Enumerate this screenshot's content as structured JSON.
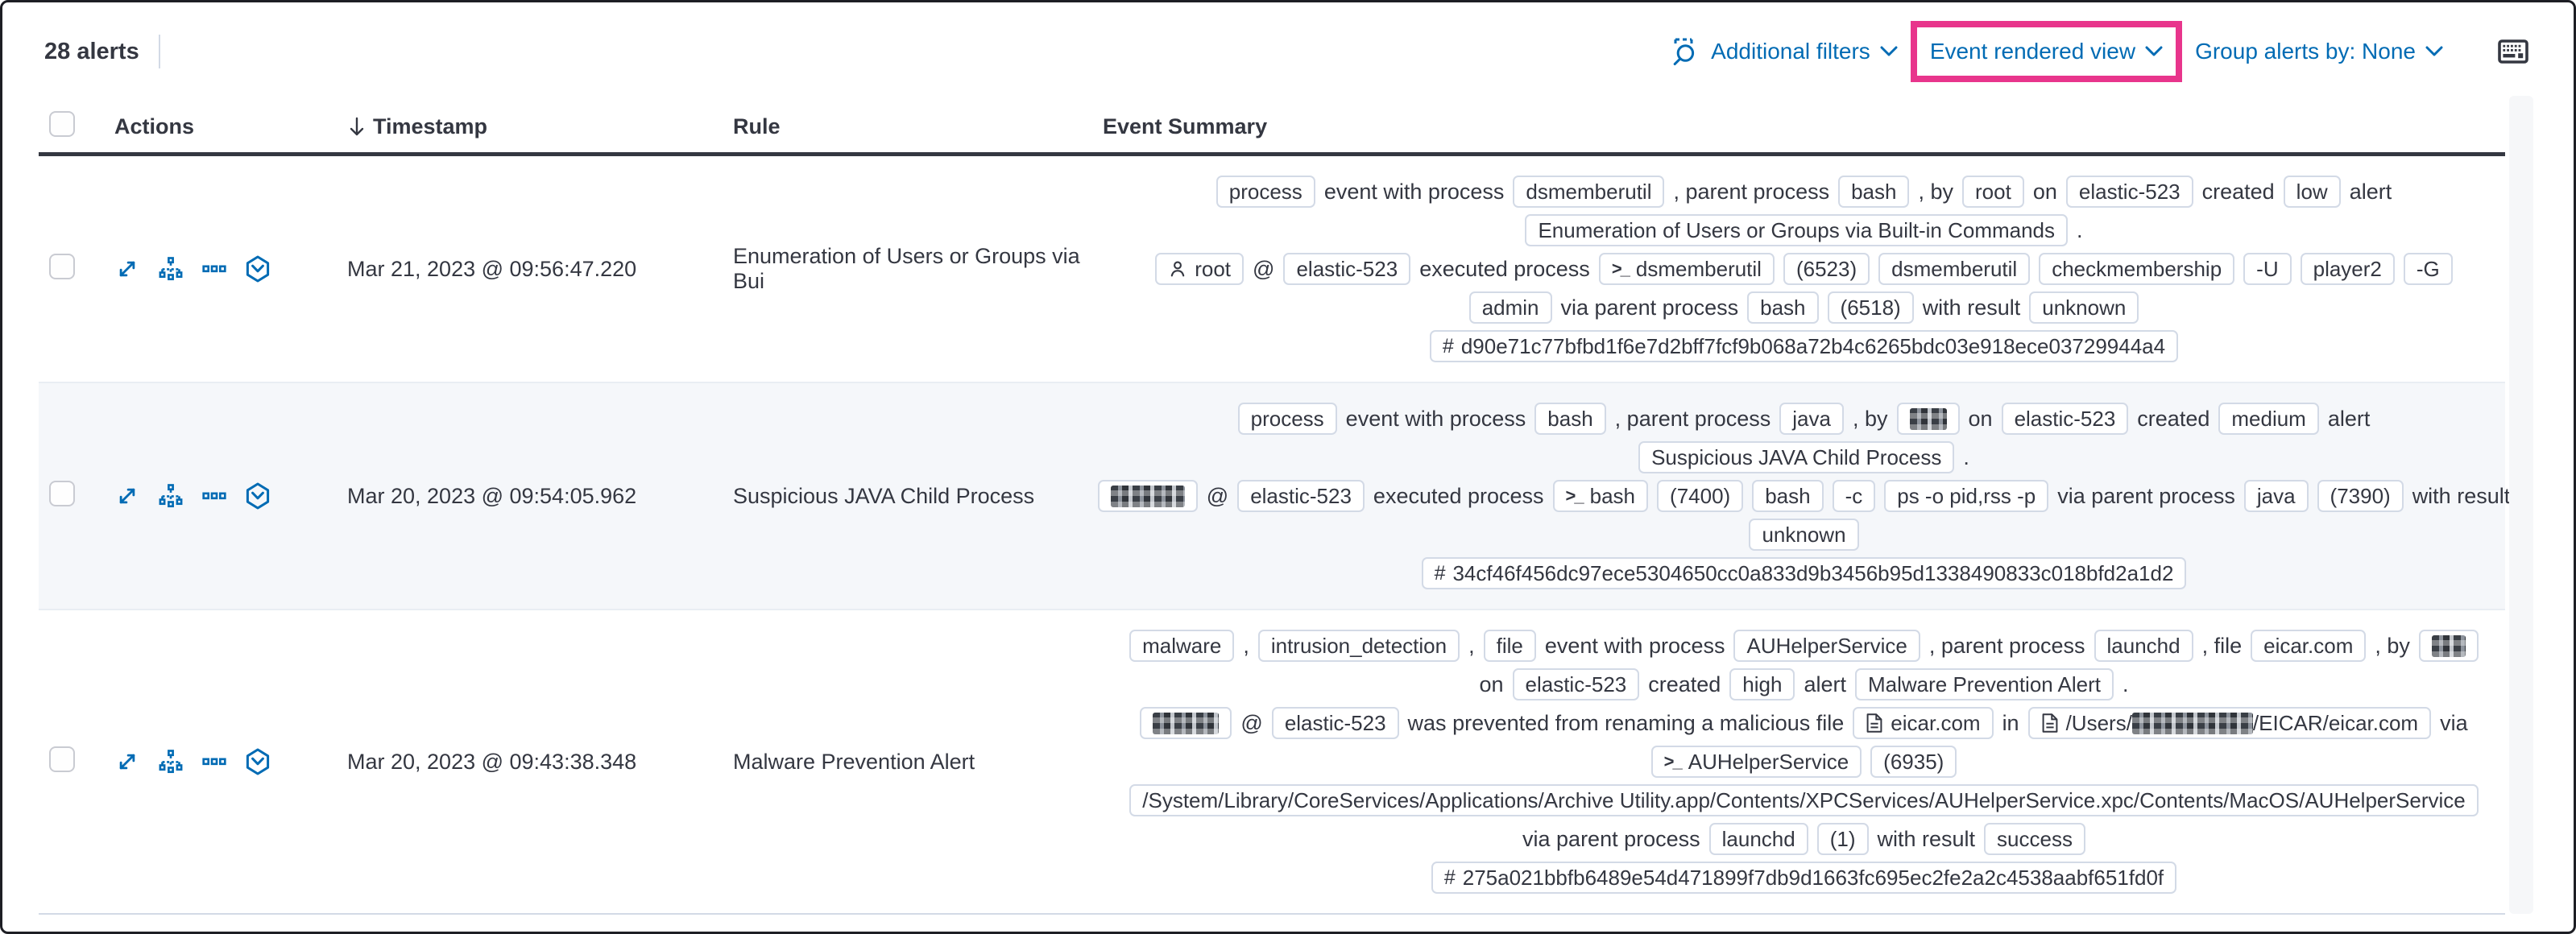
{
  "colors": {
    "accent_blue": "#006BB4",
    "highlight_pink": "#E8358C",
    "header_dark": "#343741",
    "row_stripe": "#f5f7fa",
    "badge_border": "#d3dae6"
  },
  "icons": {
    "inspect": "magnifier-over-list",
    "keyboard": "keyboard",
    "chevron_down": "chevron-down",
    "sort_desc": "arrow-down",
    "expand": "diagonal-expand-arrows",
    "analyzer": "process-tree",
    "more_actions": "three-boxes-horizontal",
    "session_view": "hexagon-chevron",
    "user": "person",
    "terminal": ">_",
    "file": "document",
    "hash": "#"
  },
  "toolbar": {
    "alerts_count": "28 alerts",
    "additional_filters_label": "Additional filters",
    "event_rendered_view_label": "Event rendered view",
    "group_alerts_by_label": "Group alerts by: None"
  },
  "table": {
    "headers": {
      "actions": "Actions",
      "timestamp": "Timestamp",
      "rule": "Rule",
      "event_summary": "Event Summary"
    },
    "rows": [
      {
        "timestamp": "Mar 21, 2023 @ 09:56:47.220",
        "rule": "Enumeration of Users or Groups via Bui",
        "summary": [
          [
            {
              "k": "b",
              "v": "process"
            },
            {
              "k": "t",
              "v": "event with process"
            },
            {
              "k": "b",
              "v": "dsmemberutil"
            },
            {
              "k": "t",
              "v": ", parent process"
            },
            {
              "k": "b",
              "v": "bash"
            },
            {
              "k": "t",
              "v": ", by"
            },
            {
              "k": "b",
              "v": "root"
            },
            {
              "k": "t",
              "v": "on"
            },
            {
              "k": "b",
              "v": "elastic-523"
            },
            {
              "k": "t",
              "v": "created"
            },
            {
              "k": "b",
              "v": "low"
            },
            {
              "k": "t",
              "v": "alert"
            }
          ],
          [
            {
              "k": "b",
              "v": "Enumeration of Users or Groups via Built-in Commands"
            },
            {
              "k": "t",
              "v": "."
            }
          ],
          [
            {
              "k": "user",
              "v": "root"
            },
            {
              "k": "t",
              "v": "@"
            },
            {
              "k": "b",
              "v": "elastic-523"
            },
            {
              "k": "t",
              "v": "executed process"
            },
            {
              "k": "term",
              "v": "dsmemberutil"
            },
            {
              "k": "b",
              "v": "(6523)"
            },
            {
              "k": "b",
              "v": "dsmemberutil"
            },
            {
              "k": "b",
              "v": "checkmembership"
            },
            {
              "k": "b",
              "v": "-U"
            },
            {
              "k": "b",
              "v": "player2"
            },
            {
              "k": "b",
              "v": "-G"
            }
          ],
          [
            {
              "k": "b",
              "v": "admin"
            },
            {
              "k": "t",
              "v": "via parent process"
            },
            {
              "k": "b",
              "v": "bash"
            },
            {
              "k": "b",
              "v": "(6518)"
            },
            {
              "k": "t",
              "v": "with result"
            },
            {
              "k": "b",
              "v": "unknown"
            }
          ],
          [
            {
              "k": "hash",
              "v": "d90e71c77bfbd1f6e7d2bff7fcf9b068a72b4c6265bdc03e918ece03729944a4"
            }
          ]
        ]
      },
      {
        "timestamp": "Mar 20, 2023 @ 09:54:05.962",
        "rule": "Suspicious JAVA Child Process",
        "summary": [
          [
            {
              "k": "b",
              "v": "process"
            },
            {
              "k": "t",
              "v": "event with process"
            },
            {
              "k": "b",
              "v": "bash"
            },
            {
              "k": "t",
              "v": ", parent process"
            },
            {
              "k": "b",
              "v": "java"
            },
            {
              "k": "t",
              "v": ", by"
            },
            {
              "k": "redact",
              "w": 46
            },
            {
              "k": "t",
              "v": "on"
            },
            {
              "k": "b",
              "v": "elastic-523"
            },
            {
              "k": "t",
              "v": "created"
            },
            {
              "k": "b",
              "v": "medium"
            },
            {
              "k": "t",
              "v": "alert"
            }
          ],
          [
            {
              "k": "b",
              "v": "Suspicious JAVA Child Process"
            },
            {
              "k": "t",
              "v": "."
            }
          ],
          [
            {
              "k": "redact",
              "w": 92
            },
            {
              "k": "t",
              "v": "@"
            },
            {
              "k": "b",
              "v": "elastic-523"
            },
            {
              "k": "t",
              "v": "executed process"
            },
            {
              "k": "term",
              "v": "bash"
            },
            {
              "k": "b",
              "v": "(7400)"
            },
            {
              "k": "b",
              "v": "bash"
            },
            {
              "k": "b",
              "v": "-c"
            },
            {
              "k": "b",
              "v": "ps -o pid,rss -p"
            },
            {
              "k": "t",
              "v": "via parent process"
            },
            {
              "k": "b",
              "v": "java"
            },
            {
              "k": "b",
              "v": "(7390)"
            },
            {
              "k": "t",
              "v": "with result"
            }
          ],
          [
            {
              "k": "b",
              "v": "unknown"
            }
          ],
          [
            {
              "k": "hash",
              "v": "34cf46f456dc97ece5304650cc0a833d9b3456b95d1338490833c018bfd2a1d2"
            }
          ]
        ]
      },
      {
        "timestamp": "Mar 20, 2023 @ 09:43:38.348",
        "rule": "Malware Prevention Alert",
        "summary": [
          [
            {
              "k": "b",
              "v": "malware"
            },
            {
              "k": "t",
              "v": ","
            },
            {
              "k": "b",
              "v": "intrusion_detection"
            },
            {
              "k": "t",
              "v": ","
            },
            {
              "k": "b",
              "v": "file"
            },
            {
              "k": "t",
              "v": "event with process"
            },
            {
              "k": "b",
              "v": "AUHelperService"
            },
            {
              "k": "t",
              "v": ", parent process"
            },
            {
              "k": "b",
              "v": "launchd"
            },
            {
              "k": "t",
              "v": ", file"
            },
            {
              "k": "b",
              "v": "eicar.com"
            },
            {
              "k": "t",
              "v": ", by"
            },
            {
              "k": "redact",
              "w": 42
            }
          ],
          [
            {
              "k": "t",
              "v": "on"
            },
            {
              "k": "b",
              "v": "elastic-523"
            },
            {
              "k": "t",
              "v": "created"
            },
            {
              "k": "b",
              "v": "high"
            },
            {
              "k": "t",
              "v": "alert"
            },
            {
              "k": "b",
              "v": "Malware Prevention Alert"
            },
            {
              "k": "t",
              "v": "."
            }
          ],
          [
            {
              "k": "redact",
              "w": 82
            },
            {
              "k": "t",
              "v": "@"
            },
            {
              "k": "b",
              "v": "elastic-523"
            },
            {
              "k": "t",
              "v": "was prevented from renaming a malicious file"
            },
            {
              "k": "file",
              "parts": [
                {
                  "t": "eicar.com"
                }
              ]
            },
            {
              "k": "t",
              "v": "in"
            },
            {
              "k": "file",
              "parts": [
                {
                  "t": "/Users/"
                },
                {
                  "r": 150
                },
                {
                  "t": "/EICAR/eicar.com"
                }
              ]
            },
            {
              "k": "t",
              "v": "via"
            }
          ],
          [
            {
              "k": "term",
              "v": "AUHelperService"
            },
            {
              "k": "b",
              "v": "(6935)"
            }
          ],
          [
            {
              "k": "b",
              "v": "/System/Library/CoreServices/Applications/Archive Utility.app/Contents/XPCServices/AUHelperService.xpc/Contents/MacOS/AUHelperService"
            }
          ],
          [
            {
              "k": "t",
              "v": "via parent process"
            },
            {
              "k": "b",
              "v": "launchd"
            },
            {
              "k": "b",
              "v": "(1)"
            },
            {
              "k": "t",
              "v": "with result"
            },
            {
              "k": "b",
              "v": "success"
            }
          ],
          [
            {
              "k": "hash",
              "v": "275a021bbfb6489e54d471899f7db9d1663fc695ec2fe2a2c4538aabf651fd0f"
            }
          ]
        ]
      }
    ]
  }
}
